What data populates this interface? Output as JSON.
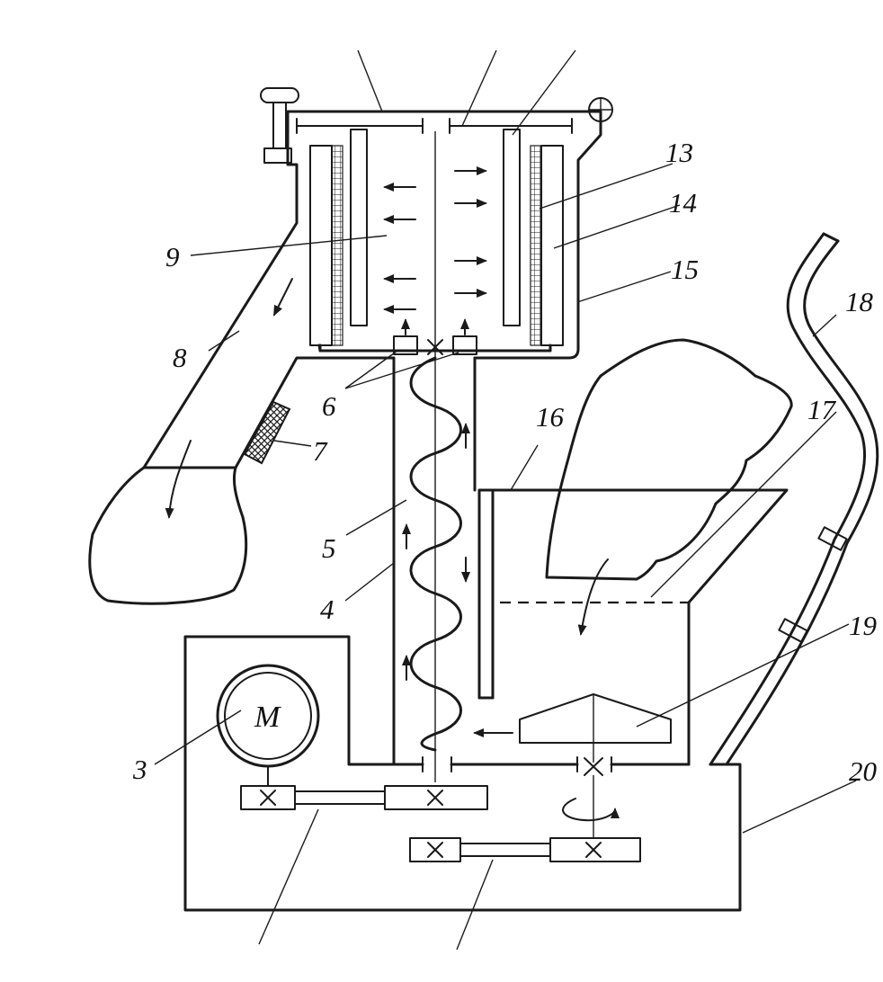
{
  "motor": {
    "symbol": "M"
  },
  "labels": {
    "l3": "3",
    "l4": "4",
    "l5": "5",
    "l6": "6",
    "l7": "7",
    "l8": "8",
    "l9": "9",
    "l13": "13",
    "l14": "14",
    "l15": "15",
    "l16": "16",
    "l17": "17",
    "l18": "18",
    "l19": "19",
    "l20": "20"
  },
  "colors": {
    "ink": "#1a1a1a",
    "background": "#ffffff"
  }
}
